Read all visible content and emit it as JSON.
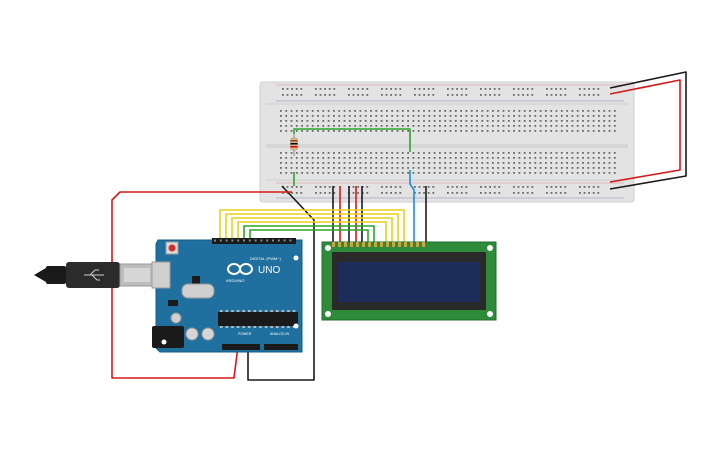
{
  "arduino": {
    "brand_text": "ARDUINO",
    "model_text": "UNO",
    "digital_label": "DIGITAL (PWM~)",
    "power_label": "POWER",
    "analog_label": "ANALOG IN"
  },
  "colors": {
    "board_blue": "#1f6f9f",
    "breadboard": "#e3e3e3",
    "lcd_pcb": "#2e8b3a",
    "lcd_screen": "#1d2d5a",
    "wire_red": "#d41a1a",
    "wire_black": "#1a1a1a",
    "wire_yellow": "#e8d21c",
    "wire_green": "#2aa62a",
    "wire_blue": "#1f8fd6"
  },
  "components": [
    "breadboard",
    "arduino-uno",
    "lcd-16x2",
    "resistor",
    "usb-cable"
  ]
}
